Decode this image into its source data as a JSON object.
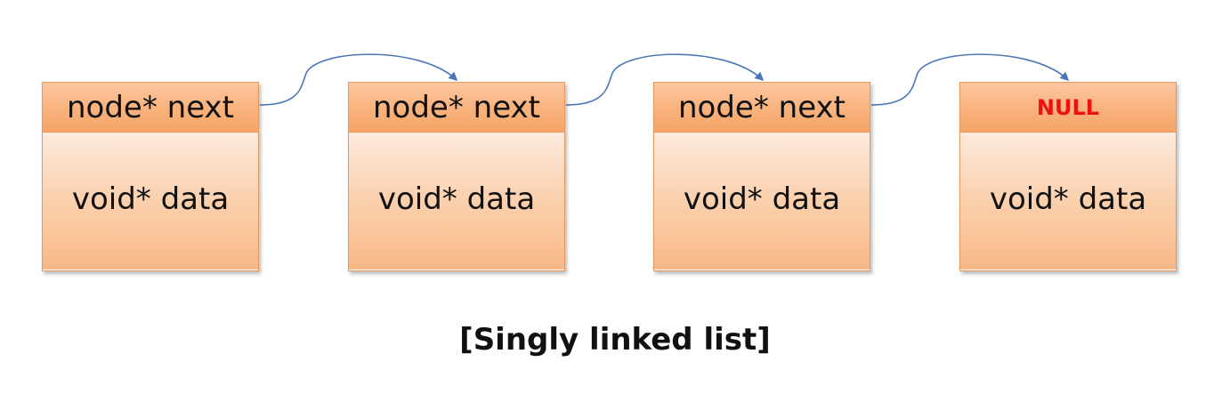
{
  "nodes": [
    {
      "next_label": "node* next",
      "data_label": "void* data"
    },
    {
      "next_label": "node* next",
      "data_label": "void* data"
    },
    {
      "next_label": "node* next",
      "data_label": "void* data"
    },
    {
      "next_label": "NULL",
      "data_label": "void* data"
    }
  ],
  "caption": "[Singly linked list]",
  "colors": {
    "box_border": "#e59a5f",
    "box_fill_top": "#fcc79f",
    "box_fill_bottom": "#f8b886",
    "arrow": "#4a76b8",
    "null_text": "#ee1111"
  }
}
